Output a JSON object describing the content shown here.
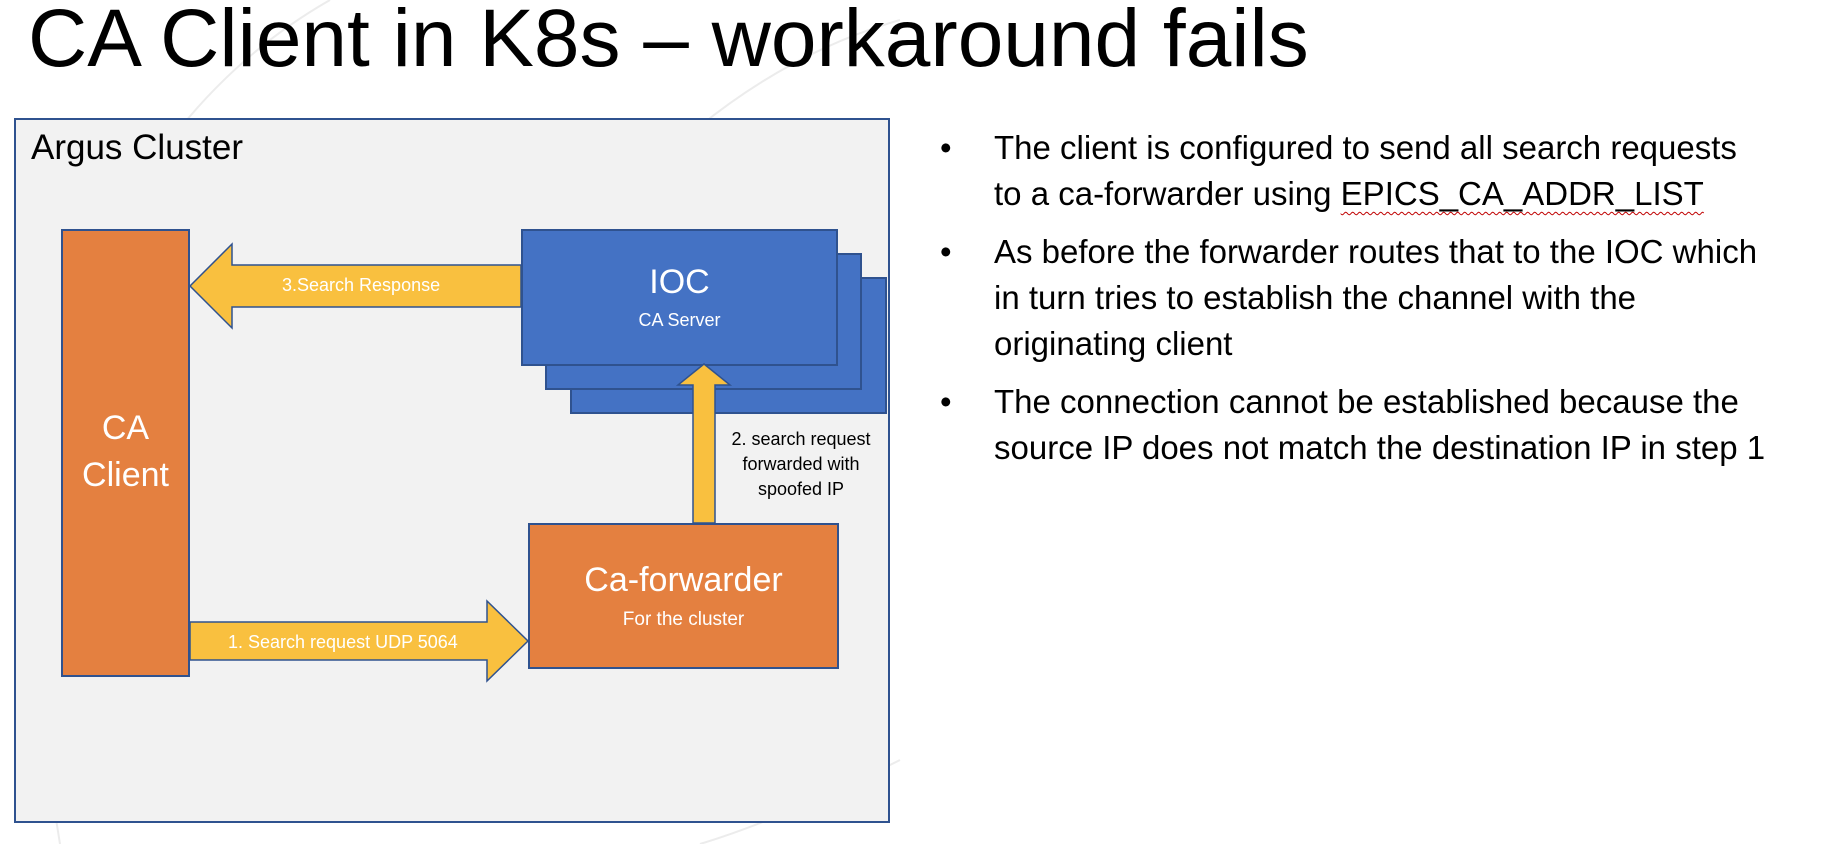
{
  "slide": {
    "title": "CA Client in K8s – workaround fails"
  },
  "diagram": {
    "cluster_label": "Argus Cluster",
    "ca_client_label": "CA\nClient",
    "ioc_title": "IOC",
    "ioc_subtitle": "CA Server",
    "forwarder_title": "Ca-forwarder",
    "forwarder_subtitle": "For the cluster",
    "arrow_search_response": "3.Search Response",
    "arrow_search_request": "1. Search request UDP 5064",
    "arrow_forwarded_label": "2. search request\nforwarded with\nspoofed IP",
    "colors": {
      "cluster_fill": "#f2f2f2",
      "cluster_border": "#2f528f",
      "orange": "#e48040",
      "blue": "#4472c4",
      "arrow_yellow": "#f9c03f"
    }
  },
  "bullets": {
    "item1_line1": "The client is configured to send all search requests",
    "item1_line2_prefix": "to a ca-forwarder using ",
    "item1_line2_code": "EPICS_CA_ADDR_LIST",
    "item2_line1": "As before the forwarder routes that to the IOC which",
    "item2_line2": "in turn tries to establish the channel with the",
    "item2_line3": "originating client",
    "item3_line1": "The connection cannot be established because the",
    "item3_line2": "source IP does not match the destination IP in step 1",
    "bullet_glyph": "•"
  }
}
